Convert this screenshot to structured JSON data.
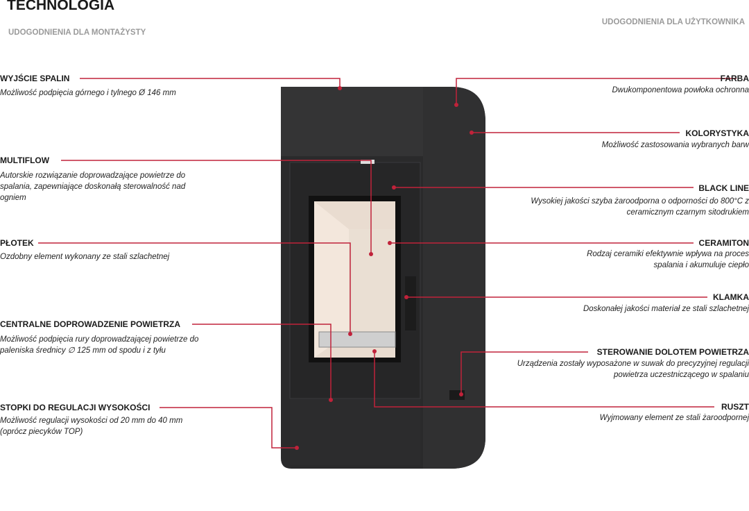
{
  "title": "TECHNOLOGIA",
  "left_header": "UDOGODNIENIA DLA MONTAŻYSTY",
  "right_header": "UDOGODNIENIA DLA UŻYTKOWNIKA",
  "accent": "#c0223a",
  "left": [
    {
      "label": "WYJŚCIE SPALIN",
      "desc": "Możliwość podpięcia górnego i tylnego Ø 146 mm"
    },
    {
      "label": "MULTIFLOW",
      "desc": "Autorskie rozwiązanie doprowadzające powietrze do spalania, zapewniające doskonałą sterowalność nad ogniem"
    },
    {
      "label": "PŁOTEK",
      "desc": "Ozdobny element wykonany ze stali szlachetnej"
    },
    {
      "label": "CENTRALNE DOPROWADZENIE POWIETRZA",
      "desc": "Możliwość podpięcia rury doprowadzającej powietrze do paleniska średnicy ∅ 125 mm od spodu i z tyłu"
    },
    {
      "label": "STOPKI DO REGULACJI WYSOKOŚCI",
      "desc": "Możliwość regulacji wysokości od 20 mm do 40 mm (oprócz piecyków TOP)"
    }
  ],
  "right": [
    {
      "label": "FARBA",
      "desc": "Dwukomponentowa powłoka ochronna"
    },
    {
      "label": "KOLORYSTYKA",
      "desc": "Możliwość zastosowania wybranych barw"
    },
    {
      "label": "BLACK LINE",
      "desc": "Wysokiej jakości szyba żaroodporna o odporności do 800°C z ceramicznym czarnym sitodrukiem"
    },
    {
      "label": "CERAMITON",
      "desc": "Rodzaj ceramiki efektywnie wpływa na proces spalania i akumuluje ciepło"
    },
    {
      "label": "KLAMKA",
      "desc": "Doskonałej jakości materiał ze stali szlachetnej"
    },
    {
      "label": "STEROWANIE DOLOTEM POWIETRZA",
      "desc": "Urządzenia zostały wyposażone w suwak do precyzyjnej regulacji powietrza uczestniczącego w spalaniu"
    },
    {
      "label": "RUSZT",
      "desc": "Wyjmowany element ze stali żaroodpornej"
    }
  ]
}
